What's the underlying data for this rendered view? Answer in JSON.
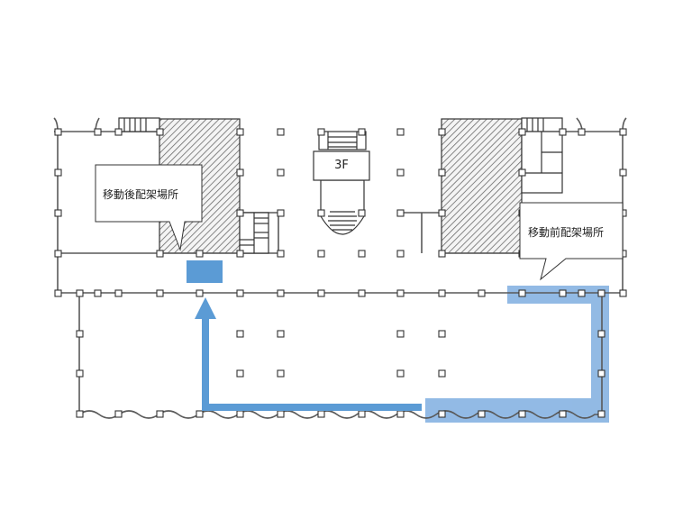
{
  "floor_label": "3F",
  "callout_after": "移動後配架場所",
  "callout_before": "移動前配架場所",
  "colors": {
    "line": "#595959",
    "dark_line": "#333333",
    "hatch": "#6a6a6a",
    "arrow": "#5b9bd5",
    "zone": "#7faee0",
    "marker": "#5b9bd5"
  }
}
